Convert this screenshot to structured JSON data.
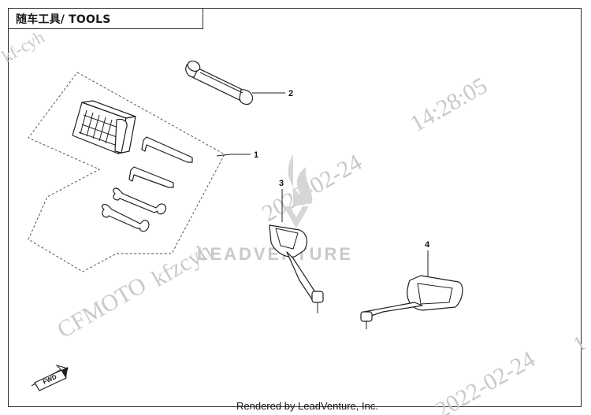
{
  "title": "随车工具/ TOOLS",
  "footer": "Rendered by LeadVenture, Inc.",
  "watermarks": {
    "user": "kf-cyh",
    "user_mid": "kfzcyh",
    "brand": "CFMOTO",
    "date": "2022-02-24",
    "time": "14:28:05",
    "date_bottom": "2022-02-24",
    "logo": "LEADVENTURE",
    "edge_digit": "1"
  },
  "callouts": {
    "c1": "1",
    "c2": "2",
    "c3": "3",
    "c4": "4"
  },
  "fwd_label": "FWD",
  "colors": {
    "line": "#1f1f1f",
    "watermark": "#c9c9c9",
    "background": "#ffffff"
  }
}
